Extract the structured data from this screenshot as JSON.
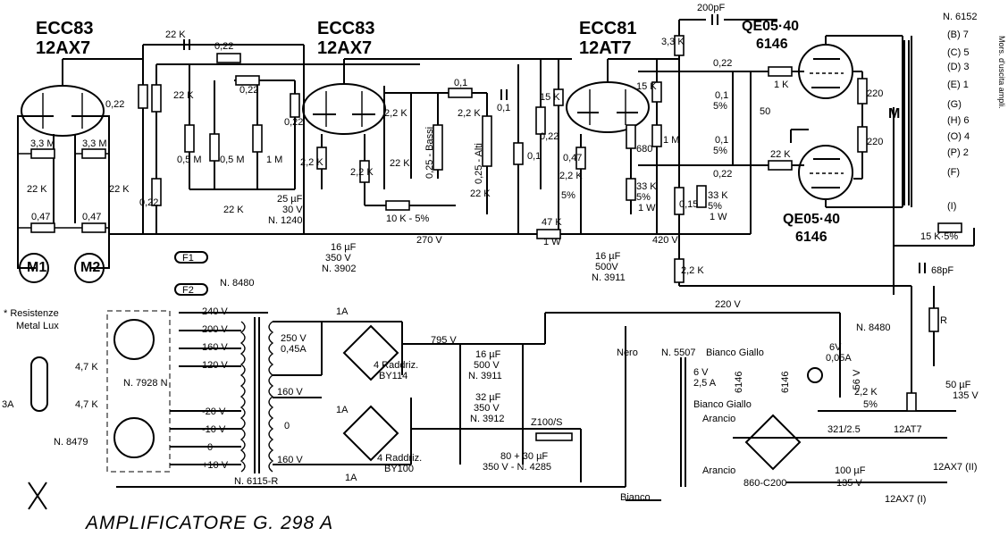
{
  "title": "AMPLIFICATORE  G. 298 A",
  "tubes": {
    "v1": {
      "name": "ECC83",
      "alt": "12AX7"
    },
    "v2": {
      "name": "ECC83",
      "alt": "12AX7"
    },
    "v3": {
      "name": "ECC81",
      "alt": "12AT7"
    },
    "v4": {
      "name": "QE05·40",
      "alt": "6146"
    },
    "v5": {
      "name": "QE05·40",
      "alt": "6146"
    }
  },
  "labels": {
    "c200p": "200pF",
    "n6152": "N. 6152",
    "taps": [
      "(B) 7",
      "(C) 5",
      "(D) 3",
      "(E) 1",
      "(G)",
      "(H) 6",
      "(O) 4",
      "(P) 2",
      "(F)",
      "(I)"
    ],
    "morsetti": "Mors. d'uscita  ampli.",
    "r22k_a": "22 K",
    "r022_a": "0,22",
    "r022_b": "0,22",
    "r022_c": "0,22",
    "r022_d": "0,22",
    "r022_e": "0,22",
    "r22k_b": "22 K",
    "r05m_a": "0,5 M",
    "r05m_b": "0,5 M",
    "r1m_a": "1 M",
    "r33m_a": "3,3 M",
    "r33m_b": "3,3 M",
    "c22k_a": "22 K",
    "c22k_b": "22 K",
    "r047_a": "0,47",
    "r047_b": "0,47",
    "m1": "M1",
    "m2": "M2",
    "r22k_c": "2,2 K",
    "r22k_d": "2,2 K",
    "r22k_e": "2,2 K",
    "r22k_f": "2,2 K",
    "r22k_g": "22 K",
    "r22k_h": "22 K",
    "bassi": "0,25 - Bassi",
    "alti": "0,25 - Alti",
    "r01_a": "0,1",
    "c01_a": "0,1",
    "r01_b": "0,1",
    "r22k_i": "22 K",
    "r15k_a": "15 K",
    "r022_f": "0,22",
    "c25u": "25 µF",
    "c30v": "30 V",
    "n1240": "N. 1240",
    "r10k": "10 K - 5%",
    "r047_c": "0,47",
    "r22k_j": "2,2 K",
    "pct5_a": "5%",
    "r33k_a": "3,3 K",
    "r15k_b": "15 K",
    "r1m_b": "1 M",
    "r680": "680",
    "r33k_b": "33 K",
    "pct5_b": "5%",
    "w1_a": "1 W",
    "r33k_c": "33 K",
    "pct5_c": "5%",
    "w1_b": "1 W",
    "r015": "0,15",
    "c022_a": "0,22",
    "c022_b": "0,22",
    "r01_c": "0,1",
    "pct5_d": "5%",
    "r01_d": "0,1",
    "pct5_e": "5%",
    "c50": "50",
    "r1k": "1 K",
    "r22k_k": "22 K",
    "r220_a": "220",
    "r220_b": "220",
    "m_label": "M",
    "c16u_a": "16 µF",
    "c350v_a": "350 V",
    "n3902": "N. 3902",
    "v270": "270 V",
    "r47k": "47 K",
    "w1_c": "1 W",
    "c16u_b": "16 µF",
    "c500v_a": "500V",
    "n3911_a": "N. 3911",
    "v420": "420 V",
    "r22k_l": "2,2 K",
    "r15k5": "15 K·5%",
    "c68p": "68pF",
    "f1": "F1",
    "f2": "F2",
    "n8480_a": "N. 8480",
    "v220": "220 V",
    "n8480_b": "N. 8480",
    "resistenze": "* Resistenze",
    "metal_lux": "Metal Lux",
    "v240": "240 V",
    "v200": "200 V",
    "v160": "160 V",
    "v120": "120 V",
    "v_m20": "-20 V",
    "v_m10": "-10 V",
    "v0": "0",
    "v_p10": "+10 V",
    "c47k_a": "4,7 K",
    "c47k_b": "4,7 K",
    "f3a": "3A",
    "n7928": "N. 7928 N",
    "n8479": "N. 8479",
    "n6115": "N. 6115-R",
    "v250": "250 V",
    "a045": "0,45A",
    "f1a_a": "1A",
    "f1a_b": "1A",
    "f1a_c": "1A",
    "raddriz_a": "4 Raddriz.",
    "by114": "BY114",
    "v795": "795 V",
    "c16u_c": "16 µF",
    "c500v_b": "500 V",
    "n3911_b": "N. 3911",
    "c32u": "32 µF",
    "c350v_b": "350 V",
    "n3912": "N. 3912",
    "z100": "Z100/S",
    "v160b": "160 V",
    "v0b": "0",
    "v160c": "160 V",
    "raddriz_b": "4 Raddriz.",
    "by100": "BY100",
    "c8030": "80 + 30 µF",
    "c350v_n4285": "350 V - N. 4285",
    "nero": "Nero",
    "n5507": "N. 5507",
    "bianco_giallo_a": "Bianco Giallo",
    "bianco_giallo_b": "Bianco Giallo",
    "v6_a": "6 V",
    "a25": "2,5 A",
    "v6_b": "6V",
    "a005": "0,05A",
    "v56": "-56 V",
    "tube6146_a": "6146",
    "tube6146_b": "6146",
    "arancio_a": "Arancio",
    "arancio_b": "Arancio",
    "bianco": "Bianco",
    "r22k_m": "2,2 K",
    "pct5_f": "5%",
    "r_R": "R",
    "c50u": "50 µF",
    "v135_a": "135 V",
    "l321": "321/2.5",
    "c100u": "100 µF",
    "v135_b": "135 V",
    "n860": "860-C200",
    "h12at7": "12AT7",
    "h12ax7_2": "12AX7 (II)",
    "h12ax7_1": "12AX7 (I)"
  }
}
